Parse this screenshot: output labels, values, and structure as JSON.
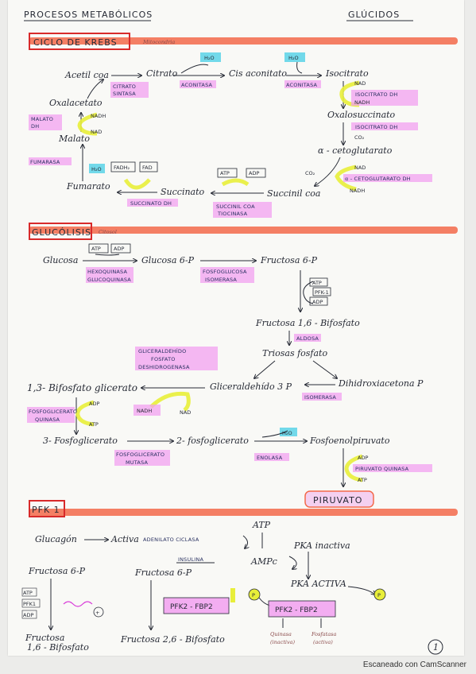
{
  "header": {
    "left_title": "PROCESOS METABÓLICOS",
    "right_title": "GLÚCIDOS"
  },
  "krebs": {
    "title": "CICLO DE KREBS",
    "location_note": "Mitocondria",
    "acetil_coa": "Acetil coa",
    "citrato_sintasa": "CITRATO SINTASA",
    "citrato": "Citrato",
    "h2o": "H₂O",
    "aconitasa": "ACONITASA",
    "cis_aconitato": "Cis aconitato",
    "isocitrato": "Isocitrato",
    "nad": "NAD",
    "isocitrato_dh": "ISOCITRATO DH",
    "nadh": "NADH",
    "oxalosuccinato": "Oxalosuccinato",
    "co2": "CO₂",
    "alfa_cetoglutarato": "α - cetoglutarato",
    "alfa_cetoglutarato_dh": "α - CETOGLUTARATO DH",
    "succinil_coa": "Succinil coa",
    "atp": "ATP",
    "adp": "ADP",
    "succinil_coa_tiocinasa": "SUCCINIL COA TIOCINASA",
    "succinato": "Succinato",
    "fadh2": "FADH₂",
    "fad": "FAD",
    "succinato_dh": "SUCCINATO DH",
    "fumarato": "Fumarato",
    "fumarasa": "FUMARASA",
    "malato": "Malato",
    "malato_dh": "MALATO DH",
    "oxalacetato": "Oxalacetato"
  },
  "glucolisis": {
    "title": "GLUCÓLISIS",
    "location_note": "Citosol",
    "glucosa": "Glucosa",
    "atp": "ATP",
    "adp": "ADP",
    "hexoquinasa": "HEXOQUINASA",
    "glucoquinasa": "GLUCOQUINASA",
    "glucosa_6p": "Glucosa 6-P",
    "fosfoglucosa_isomerasa": "FOSFOGLUCOSA ISOMERASA",
    "fructosa_6p": "Fructosa 6-P",
    "pfk1": "PFK-1",
    "fructosa_16_bifosfato": "Fructosa 1,6 - Bifosfato",
    "aldosa": "ALDOSA",
    "triosas_fosfato": "Triosas fosfato",
    "gapdh": "GLICERALDEHÍDO FOSFATO DESHIDROGENASA",
    "bifosfoglicerato": "1,3- Bifosfato glicerato",
    "gliceraldehido_3p": "Gliceraldehído 3 P",
    "dihidroxiacetona_p": "Dihidroxiacetona P",
    "isomerasa": "ISOMERASA",
    "nadh": "NADH",
    "nad": "NAD",
    "fosfoglicerato_quinasa": "FOSFOGLICERATO QUINASA",
    "tres_fosfoglicerato": "3- Fosfoglicerato",
    "fosfoglicerato_mutasa": "FOSFOGLICERATO MUTASA",
    "dos_fosfoglicerato": "2- fosfoglicerato",
    "h2o": "H₂O",
    "enolasa": "ENOLASA",
    "fosfoenolpiruvato": "Fosfoenolpiruvato",
    "piruvato_quinasa": "PIRUVATO QUINASA",
    "piruvato": "PIRUVATO"
  },
  "pfk1_section": {
    "title": "PFK 1",
    "glucagon": "Glucagón",
    "activa": "Activa",
    "adenilato_ciclasa": "ADENILATO CICLASA",
    "atp": "ATP",
    "amp_c": "AMPc",
    "pka_inactiva": "PKA inactiva",
    "pka_activa": "PKA ACTIVA",
    "insulina": "INSULINA",
    "fructosa_6p": "Fructosa 6-P",
    "pfk2_fbp2": "PFK2 - FBP2",
    "fructosa_26_bifosfato": "Fructosa 2,6 - Bifosfato",
    "fructosa_16_bifosfato": "Fructosa 1,6 - Bifosfato",
    "atp_small": "ATP",
    "pfk1_small": "PFK1",
    "adp_small": "ADP",
    "p": "P",
    "plus": "+",
    "quinasa_inactiva": "Quinasa (inactiva)",
    "fosfatasa_activa": "Fosfatasa (activa)"
  },
  "page_number": "1",
  "footer": "Escaneado con CamScanner",
  "colors": {
    "orange": "#f36a4a",
    "pink": "#f2a0f0",
    "yellow": "#e8ee3a",
    "cyan": "#5ad3e8",
    "red": "#d82a2a",
    "ink": "#262a35"
  }
}
